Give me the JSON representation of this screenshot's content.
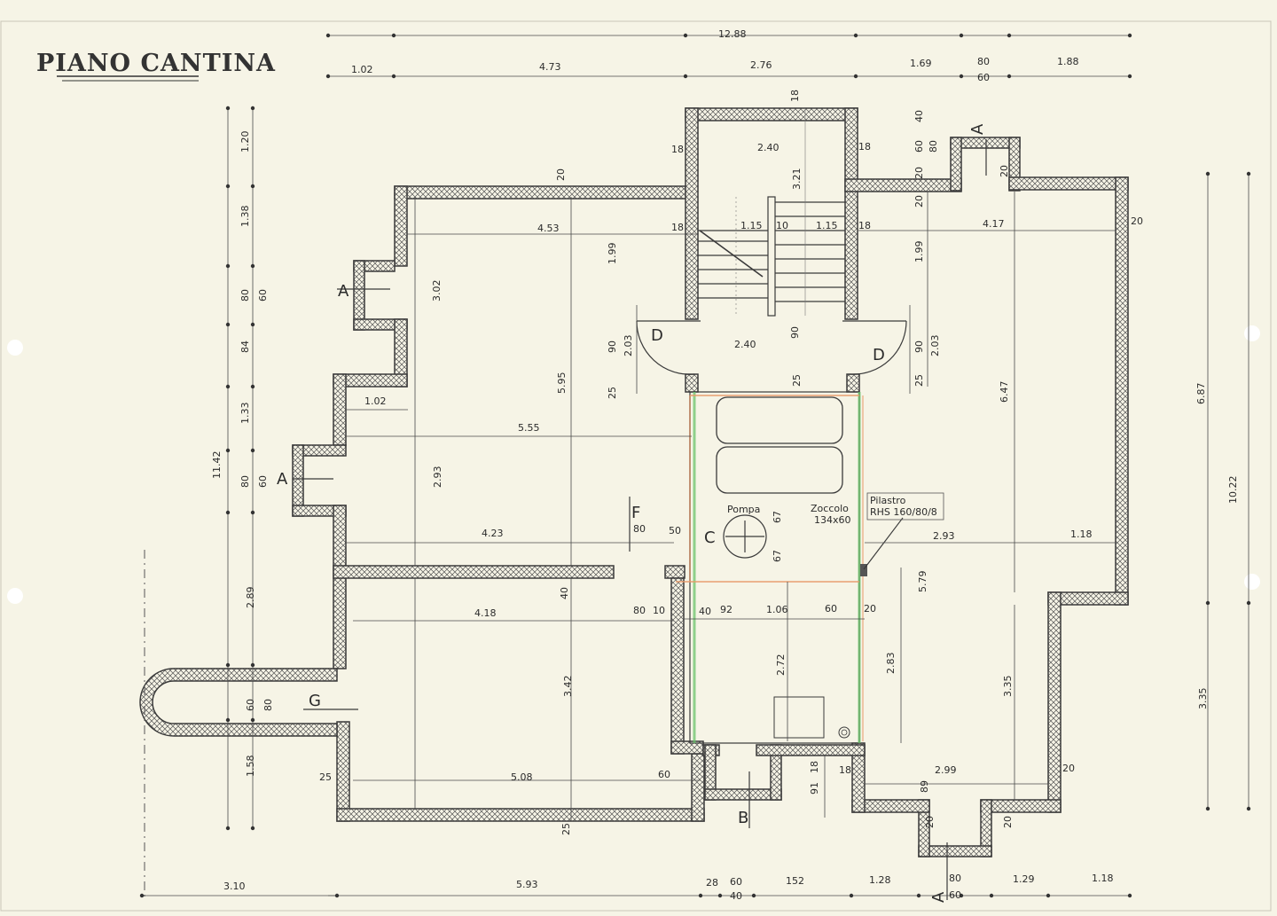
{
  "title": "PIANO CANTINA",
  "annotations": {
    "pompa": "Pompa",
    "zoccolo_1": "Zoccolo",
    "zoccolo_2": "134x60",
    "pilastro_1": "Pilastro",
    "pilastro_2": "RHS 160/80/8"
  },
  "section_markers": [
    "A",
    "A",
    "A",
    "A",
    "B",
    "C",
    "D",
    "D",
    "F",
    "G"
  ],
  "dimensions": {
    "top_total": "12.88",
    "top": [
      "1.02",
      "4.73",
      "2.76",
      "1.69",
      "80",
      "60",
      "1.88"
    ],
    "bottom": [
      "3.10",
      "5.93",
      "28",
      "60",
      "40",
      "152",
      "1.28",
      "80",
      "60",
      "1.29",
      "1.18"
    ],
    "left_total": "11.42",
    "left": [
      "1.20",
      "1.38",
      "80",
      "60",
      "84",
      "1.33",
      "80",
      "60",
      "2.89",
      "60",
      "80",
      "1.58"
    ],
    "right": [
      "6.87",
      "10.22",
      "3.35"
    ],
    "interior": [
      "18",
      "2.40",
      "18",
      "18",
      "1.15",
      "10",
      "1.15",
      "18",
      "3.21",
      "18",
      "40",
      "60",
      "80",
      "20",
      "20",
      "20",
      "20",
      "4.53",
      "4.17",
      "20",
      "1.99",
      "1.99",
      "3.02",
      "5.95",
      "90",
      "2.03",
      "25",
      "2.40",
      "90",
      "25",
      "90",
      "2.03",
      "25",
      "6.47",
      "1.02",
      "5.55",
      "2.93",
      "4.23",
      "80",
      "50",
      "67",
      "67",
      "2.93",
      "1.18",
      "5.79",
      "40",
      "4.18",
      "80",
      "10",
      "40",
      "92",
      "1.06",
      "60",
      "20",
      "3.42",
      "2.72",
      "2.83",
      "3.35",
      "25",
      "5.08",
      "60",
      "91",
      "18",
      "18",
      "89",
      "2.99",
      "20",
      "20",
      "20",
      "25"
    ]
  }
}
